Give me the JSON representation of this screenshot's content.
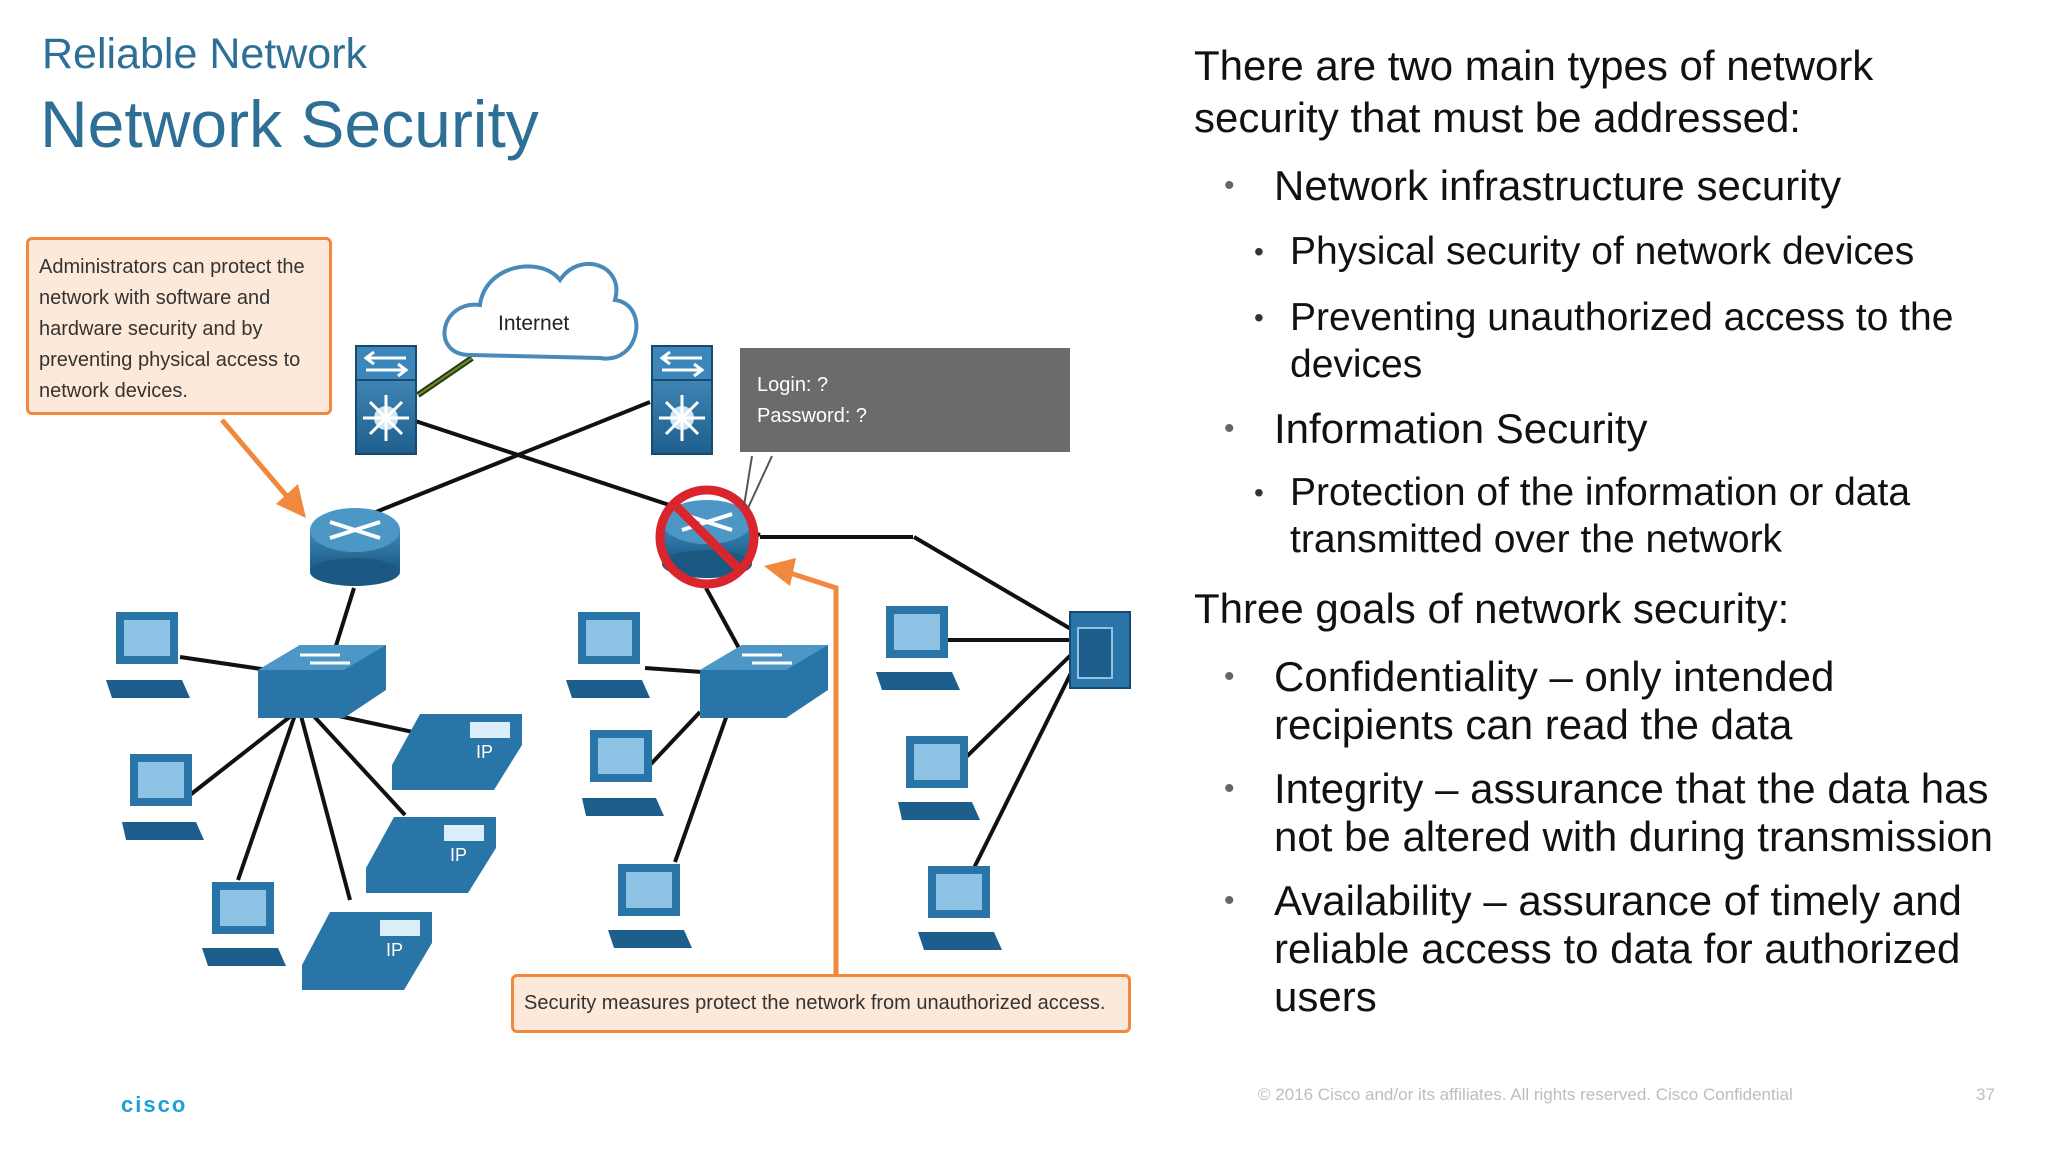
{
  "header": {
    "subtitle": "Reliable Network",
    "title": "Network Security"
  },
  "diagram": {
    "callout_admin": "Administrators can protect the network with software and hardware security and by preventing physical access to network devices.",
    "callout_security": "Security measures protect the network from unauthorized access.",
    "cloud_label": "Internet",
    "login_line": "Login: ?",
    "password_line": "Password: ?",
    "phone_label": "IP",
    "colors": {
      "device_blue": "#2a75a8",
      "callout_border": "#f0883e",
      "callout_fill": "#fde9d9",
      "prohibit_red": "#d9252b"
    }
  },
  "content": {
    "intro": "There are two main types of network security that must be addressed:",
    "item1": "Network infrastructure security",
    "item1_sub1": "Physical security of network devices",
    "item1_sub2": "Preventing unauthorized access to the devices",
    "item2": "Information Security",
    "item2_sub1": "Protection of the information or data transmitted over the network",
    "goals_heading": "Three goals of network security:",
    "goal1": "Confidentiality – only intended recipients can read the data",
    "goal2": "Integrity – assurance that the data has not be altered with during transmission",
    "goal3": "Availability – assurance of timely and reliable access to data for authorized users"
  },
  "footer": {
    "copyright": "© 2016 Cisco and/or its affiliates. All rights reserved.   Cisco Confidential",
    "page_number": "37",
    "logo_text": "cisco"
  }
}
